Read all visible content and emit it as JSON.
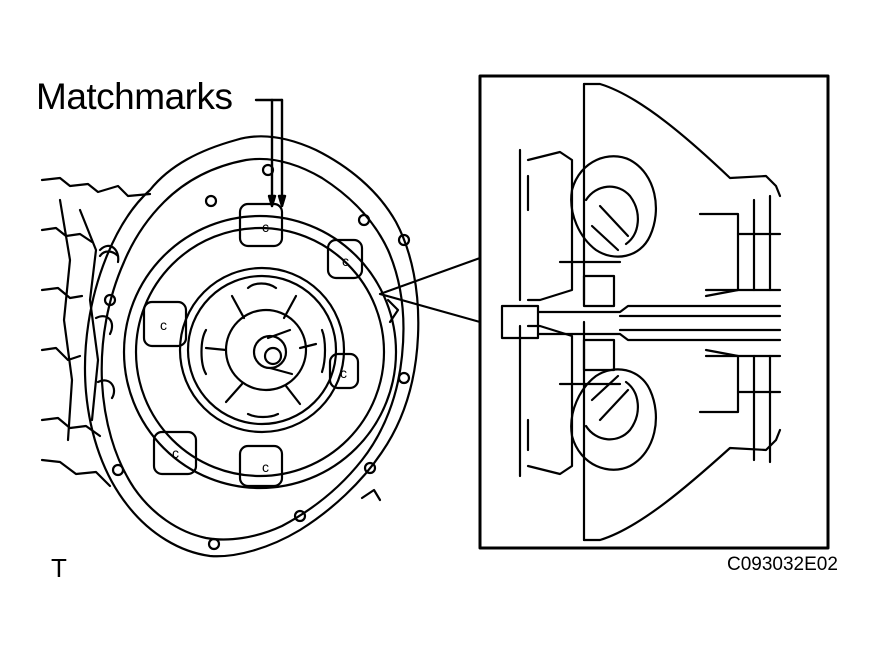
{
  "diagram": {
    "callout_label": "Matchmarks",
    "view_marker": "T",
    "figure_code": "C093032E02",
    "bolt_mark_glyph": "c",
    "colors": {
      "ink": "#000000",
      "background": "#ffffff"
    }
  }
}
